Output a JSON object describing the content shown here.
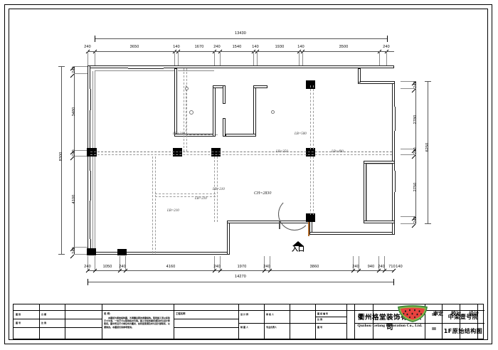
{
  "drawing": {
    "type": "architectural-floor-plan",
    "sheet_title_cn": "1F原始结构图",
    "sheet_label_cn": "中梁壹号院",
    "entrance_label": "入口",
    "ceiling_label": "CH=2830"
  },
  "dimensions": {
    "top": {
      "total": "13430",
      "segments": [
        "240",
        "3650",
        "140",
        "1670",
        "240",
        "1540",
        "140",
        "1930",
        "140",
        "3500",
        "240"
      ]
    },
    "bottom": {
      "total": "14270",
      "segments": [
        "240",
        "1050",
        "240",
        "4160",
        "240",
        "1970",
        "240",
        "3860",
        "240",
        "940",
        "240",
        "710",
        "140"
      ]
    },
    "left": {
      "total": "8300",
      "segments": [
        "240",
        "3480",
        "240",
        "4100",
        "240"
      ]
    },
    "right": {
      "total": "6250",
      "segments": [
        "240",
        "2780",
        "240",
        "2750",
        "240"
      ]
    }
  },
  "beam_labels": [
    {
      "id": "lb-top-left",
      "text": "LB=210"
    },
    {
      "id": "lb-mid-a",
      "text": "LB=210"
    },
    {
      "id": "lb-mid-b",
      "text": "LB=210"
    },
    {
      "id": "lb-mid-c",
      "text": "LB=210"
    },
    {
      "id": "lb-right-500",
      "text": "LB=500"
    },
    {
      "id": "lb-right-350",
      "text": "LB=350"
    },
    {
      "id": "lb-right-490",
      "text": "LB=490"
    }
  ],
  "title_block": {
    "company_cn": "衢州格堂装饰有限公司",
    "company_en": "Quzhou Gelang Decoration Co., Ltd.",
    "sheet_title": "1F原始结构图",
    "project_name": "中梁壹号院",
    "equal_mark_top": "=",
    "equal_mark_bottom": "=",
    "col1": {
      "h1": "图 别",
      "h2": "图 号"
    },
    "col2": {
      "h1": "日 期",
      "h2": "比 例"
    },
    "notes": {
      "header": "说 明：",
      "body": "本图纸为原始结构图，不得擅自更改承重结构。现场施工须以实际尺寸为准，一切尺寸以现场核对为准。施工中如有疑问请及时与设计师联系。图中所注尺寸单位均为毫米，如有变更请及时与设计部联系，以便修改。本图纸仅供参考使用。"
    },
    "col4": {
      "h1": "工程名称",
      "v1": "中梁壹号院"
    },
    "col5": {
      "h1": "设 计 师",
      "h2": "制 图 人"
    },
    "col6": {
      "h1": "审 核 人",
      "h2": "专业负责人"
    },
    "col7": {
      "h1": "图 纸 编 号",
      "h2": "比 例",
      "h3": "图 号"
    },
    "stamp1": "审定",
    "stamp2": "校对",
    "stamp3": "设计"
  },
  "icons": {
    "watermelon": "watermelon-emoji",
    "entrance_arrow": "entrance-arrow-icon"
  },
  "colors": {
    "wall": "#1a1a1a",
    "column": "#000000",
    "beam_dash": "#9a9a9a",
    "dimension": "#555555",
    "melon_flesh": "#e8433f",
    "melon_rind": "#8ab84a",
    "melon_skin": "#3f8a3a"
  }
}
